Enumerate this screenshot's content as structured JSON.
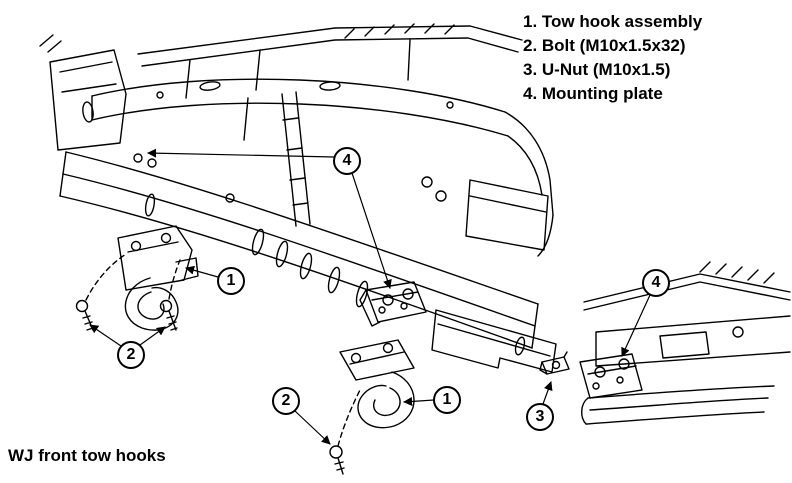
{
  "diagram": {
    "legend": [
      "1. Tow hook assembly",
      "2. Bolt (M10x1.5x32)",
      "3. U-Nut (M10x1.5)",
      "4. Mounting plate"
    ],
    "callouts": [
      {
        "num": "4"
      },
      {
        "num": "1"
      },
      {
        "num": "2"
      },
      {
        "num": "2"
      },
      {
        "num": "1"
      },
      {
        "num": "4"
      },
      {
        "num": "3"
      }
    ],
    "caption": "WJ front tow hooks",
    "colors": {
      "line": "#000000",
      "background": "#ffffff"
    }
  }
}
